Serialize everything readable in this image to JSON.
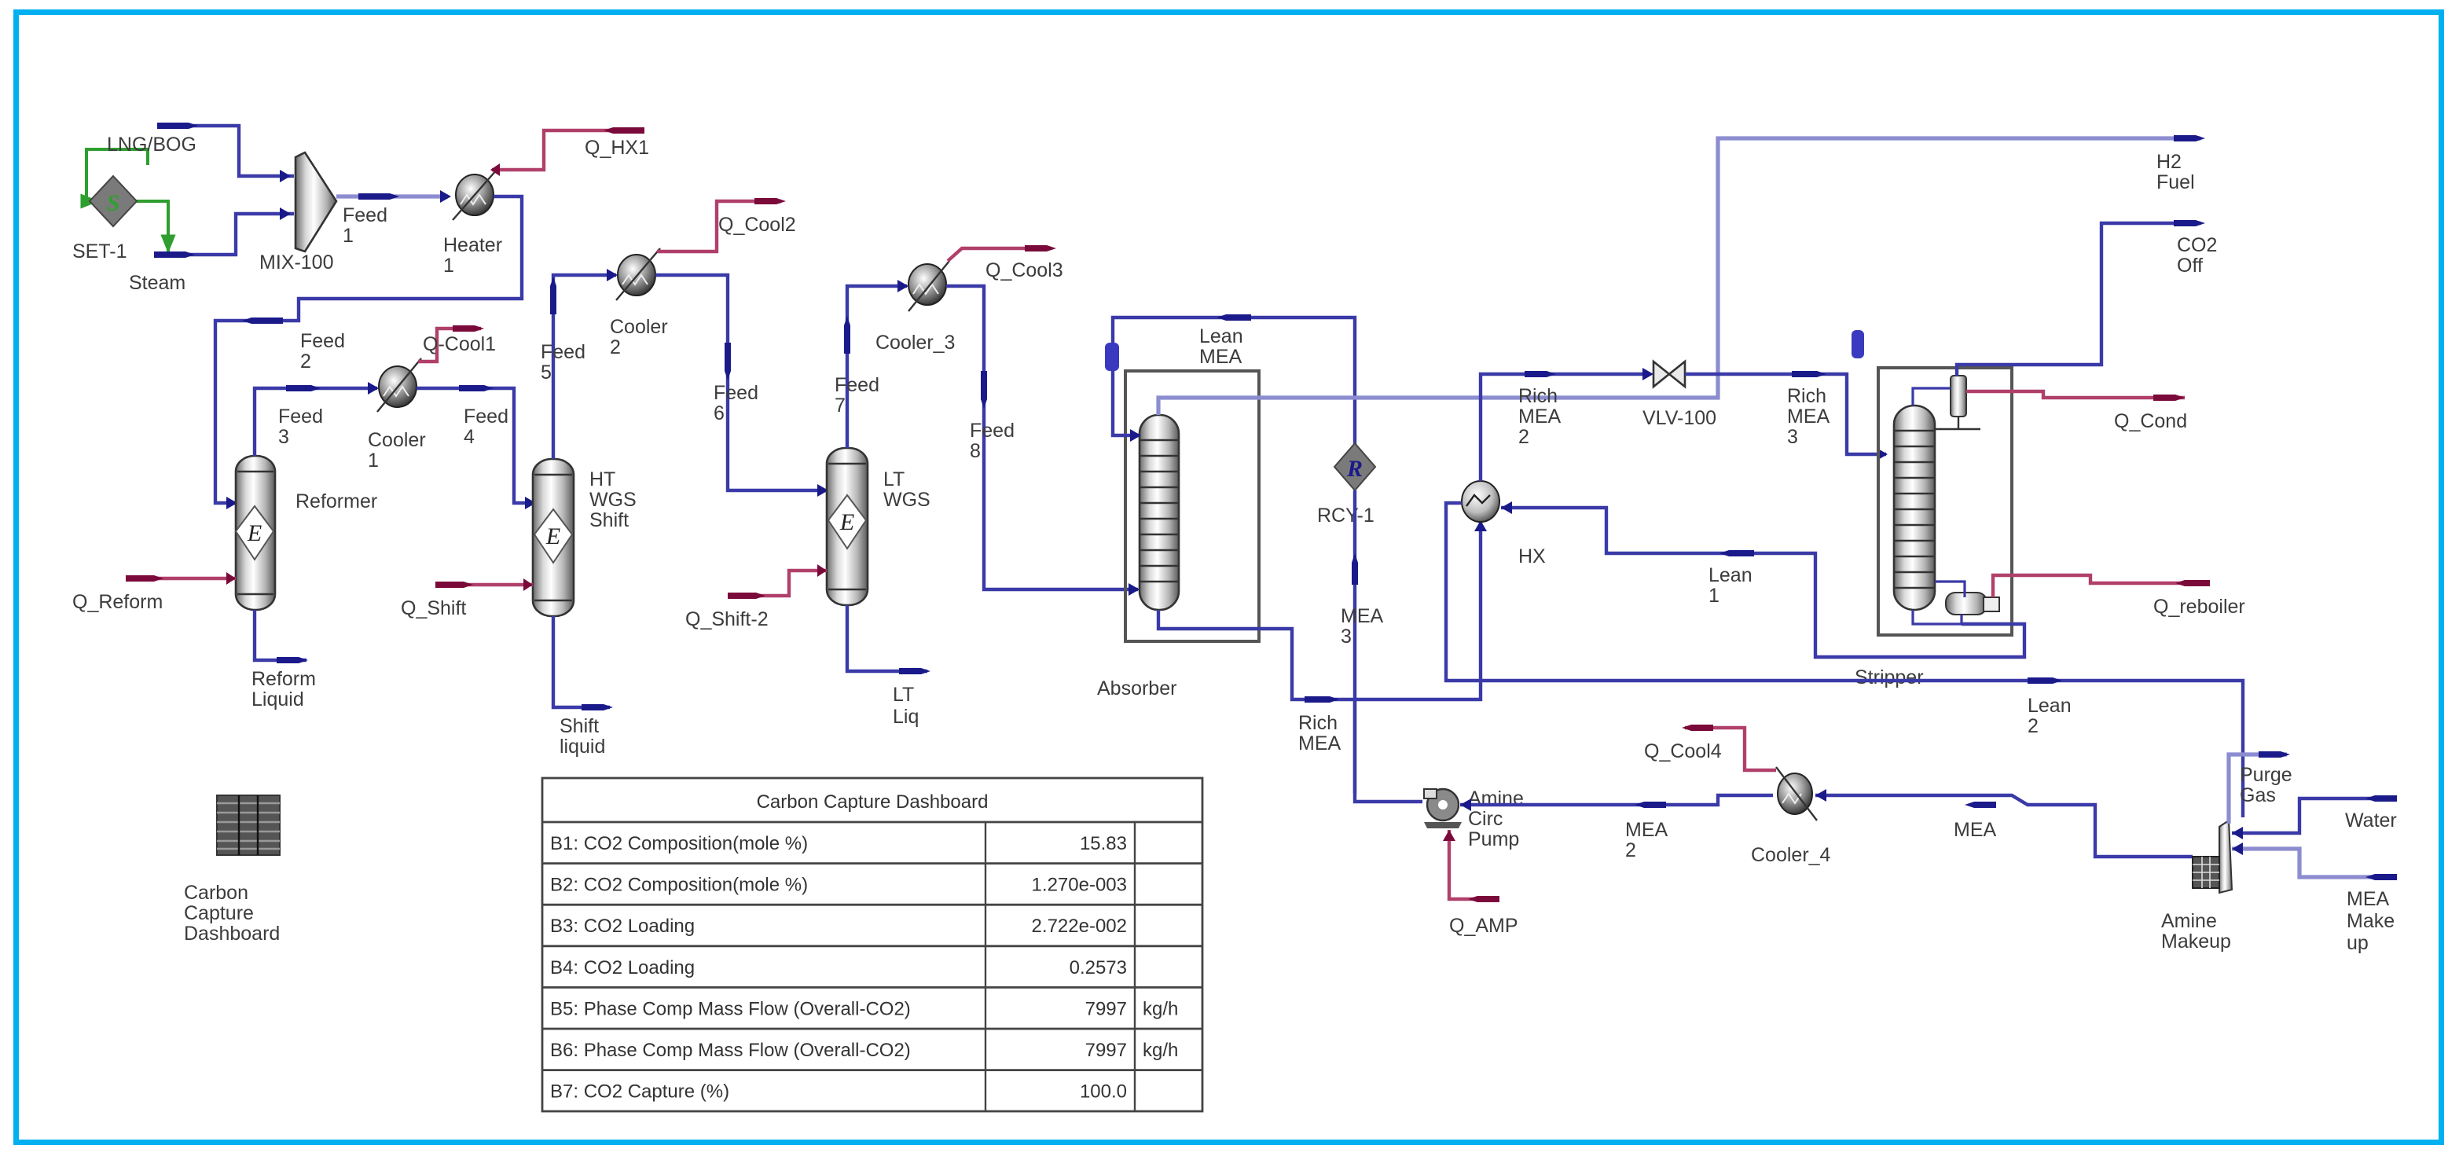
{
  "colors": {
    "frame": "#00b0f0",
    "material_stream": "#3a3aa8",
    "energy_stream": "#b0406a",
    "logic_stream": "#2e9e2e"
  },
  "units": {
    "set1": "SET-1",
    "mix100": "MIX-100",
    "heater1": [
      "Heater",
      "1"
    ],
    "reformer": "Reformer",
    "cooler1": [
      "Cooler",
      "1"
    ],
    "ht_wgs": [
      "HT",
      "WGS",
      "Shift"
    ],
    "cooler2": [
      "Cooler",
      "2"
    ],
    "lt_wgs": [
      "LT",
      "WGS"
    ],
    "cooler3": "Cooler_3",
    "absorber": "Absorber",
    "rcy1": "RCY-1",
    "hx": "HX",
    "vlv100": "VLV-100",
    "stripper": "Stripper",
    "amine_pump": [
      "Amine",
      "Circ",
      "Pump"
    ],
    "cooler4": "Cooler_4",
    "amine_makeup": [
      "Amine",
      "Makeup"
    ],
    "dashboard_icon": [
      "Carbon",
      "Capture",
      "Dashboard"
    ]
  },
  "unit_glyphs": {
    "set": "S",
    "reactor": "E",
    "recycle": "R"
  },
  "streams": {
    "lng_bog": "LNG/BOG",
    "steam": "Steam",
    "feed1": [
      "Feed",
      "1"
    ],
    "q_hx1": "Q_HX1",
    "feed2": [
      "Feed",
      "2"
    ],
    "feed3": [
      "Feed",
      "3"
    ],
    "q_cool1": "Q-Cool1",
    "feed4": [
      "Feed",
      "4"
    ],
    "feed5": [
      "Feed",
      "5"
    ],
    "q_cool2": "Q_Cool2",
    "feed6": [
      "Feed",
      "6"
    ],
    "feed7": [
      "Feed",
      "7"
    ],
    "q_cool3": "Q_Cool3",
    "feed8": [
      "Feed",
      "8"
    ],
    "q_reform": "Q_Reform",
    "reform_liquid": [
      "Reform",
      "Liquid"
    ],
    "q_shift": "Q_Shift",
    "shift_liquid": [
      "Shift",
      "liquid"
    ],
    "q_shift2": "Q_Shift-2",
    "lt_liq": [
      "LT",
      "Liq"
    ],
    "lean_mea": [
      "Lean",
      "MEA"
    ],
    "mea3": [
      "MEA",
      "3"
    ],
    "rich_mea": [
      "Rich",
      "MEA"
    ],
    "rich_mea2": [
      "Rich",
      "MEA",
      "2"
    ],
    "rich_mea3": [
      "Rich",
      "MEA",
      "3"
    ],
    "h2_fuel": [
      "H2",
      "Fuel"
    ],
    "co2_off": [
      "CO2",
      "Off"
    ],
    "q_cond": "Q_Cond",
    "q_reboiler": "Q_reboiler",
    "lean1": [
      "Lean",
      "1"
    ],
    "lean2": [
      "Lean",
      "2"
    ],
    "q_cool4": "Q_Cool4",
    "mea2": [
      "MEA",
      "2"
    ],
    "mea": "MEA",
    "q_amp": "Q_AMP",
    "purge_gas": [
      "Purge",
      "Gas"
    ],
    "water": "Water",
    "mea_makeup": [
      "MEA",
      "Make",
      "up"
    ]
  },
  "dashboard": {
    "title": "Carbon Capture Dashboard",
    "rows": [
      {
        "label": "B1: CO2 Composition(mole %)",
        "value": "15.83",
        "unit": ""
      },
      {
        "label": "B2: CO2 Composition(mole %)",
        "value": "1.270e-003",
        "unit": ""
      },
      {
        "label": "B3: CO2 Loading",
        "value": "2.722e-002",
        "unit": ""
      },
      {
        "label": "B4: CO2 Loading",
        "value": "0.2573",
        "unit": ""
      },
      {
        "label": "B5: Phase Comp Mass Flow (Overall-CO2)",
        "value": "7997",
        "unit": "kg/h"
      },
      {
        "label": "B6: Phase Comp Mass Flow (Overall-CO2)",
        "value": "7997",
        "unit": "kg/h"
      },
      {
        "label": "B7: CO2 Capture (%)",
        "value": "100.0",
        "unit": ""
      }
    ]
  }
}
